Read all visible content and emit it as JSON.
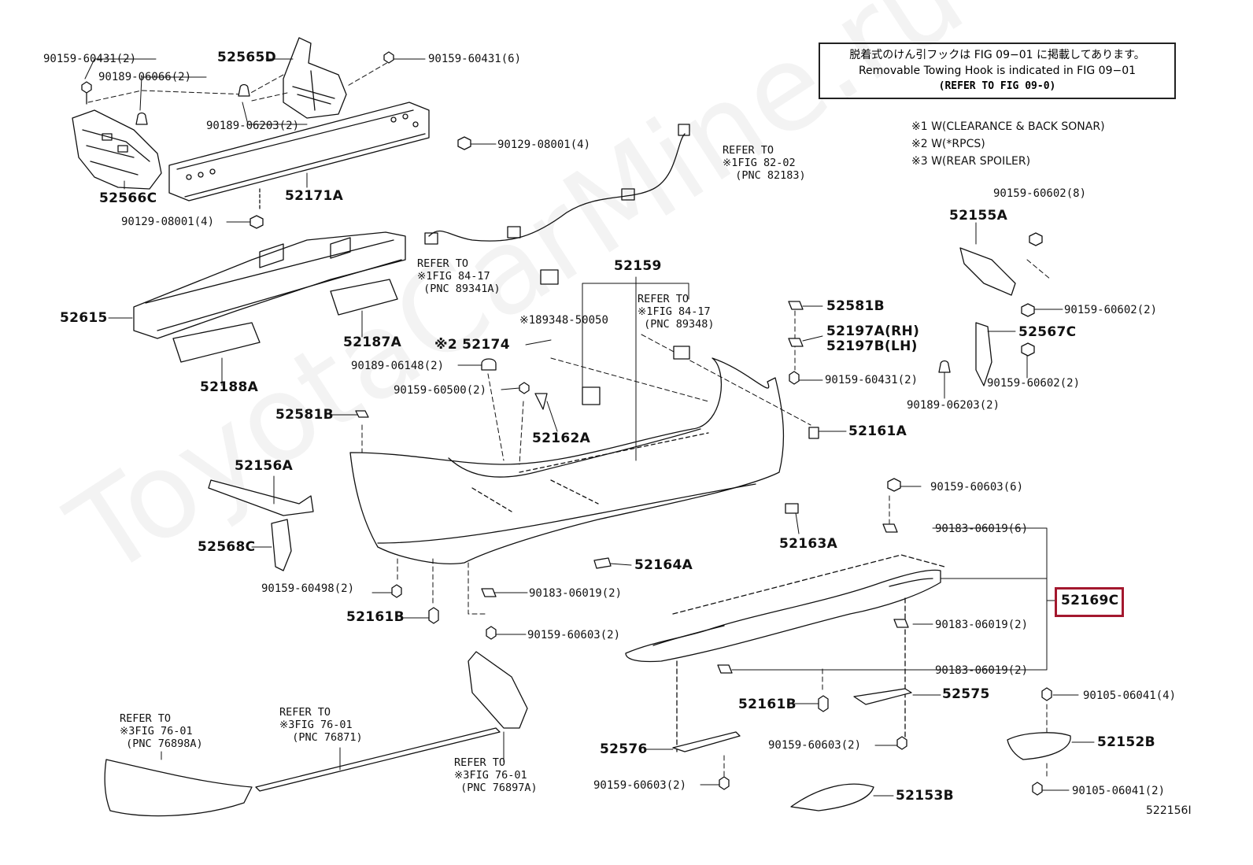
{
  "watermark": "ToyotaCarMine.ru",
  "notice": {
    "line1": "脱着式のけん引フックは FIG 09−01 に掲載してあります。",
    "line2": "Removable Towing Hook is indicated in FIG 09−01",
    "line3": "(REFER TO FIG 09-0)"
  },
  "conditions": [
    "※1 W(CLEARANCE & BACK SONAR)",
    "※2 W(*RPCS)",
    "※3 W(REAR SPOILER)"
  ],
  "figure_id": "522156I",
  "highlight_color": "#a3182e",
  "refs": {
    "r1": "REFER TO\n※1FIG 82-02\n  (PNC 82183)",
    "r2": "REFER TO\n※1FIG 84-17\n (PNC 89341A)",
    "r3": "REFER TO\n※1FIG 84-17\n (PNC 89348)",
    "r4": "REFER TO\n※3FIG 76-01\n (PNC 76898A)",
    "r5": "REFER TO\n※3FIG 76-01\n  (PNC 76871)",
    "r6": "REFER TO\n※3FIG 76-01\n (PNC 76897A)"
  },
  "parts": {
    "p52565D": "52565D",
    "p52566C": "52566C",
    "p52171A": "52171A",
    "p52615": "52615",
    "p52187A": "52187A",
    "p52188A": "52188A",
    "p52159": "52159",
    "p52174": "※2 52174",
    "p52162A": "52162A",
    "p52581B_a": "52581B",
    "p52581B_b": "52581B",
    "p52197A": "52197A(RH)",
    "p52197B": "52197B(LH)",
    "p52161A": "52161A",
    "p52155A": "52155A",
    "p52567C": "52567C",
    "p52156A": "52156A",
    "p52568C": "52568C",
    "p52163A": "52163A",
    "p52164A": "52164A",
    "p52161B_a": "52161B",
    "p52161B_b": "52161B",
    "p52169C": "52169C",
    "p52575": "52575",
    "p52576": "52576",
    "p52152B": "52152B",
    "p52153B": "52153B"
  },
  "fasteners": {
    "f1": "90159-60431(2)",
    "f2": "90189-06066(2)",
    "f3": "90159-60431(6)",
    "f4": "90189-06203(2)",
    "f5": "90129-08001(4)",
    "f6": "90129-08001(4)",
    "f7": "※189348-50050",
    "f8": "90189-06148(2)",
    "f9": "90159-60500(2)",
    "f10": "90159-60431(2)",
    "f11": "90159-60602(8)",
    "f12": "90159-60602(2)",
    "f13": "90159-60602(2)",
    "f14": "90189-06203(2)",
    "f15": "90159-60603(6)",
    "f16": "90183-06019(6)",
    "f17": "90183-06019(2)",
    "f18": "90183-06019(2)",
    "f19": "90159-60498(2)",
    "f20": "90183-06019(2)",
    "f21": "90159-60603(2)",
    "f22": "90159-60603(2)",
    "f23": "90159-60603(2)",
    "f24": "90105-06041(4)",
    "f25": "90105-06041(2)"
  }
}
